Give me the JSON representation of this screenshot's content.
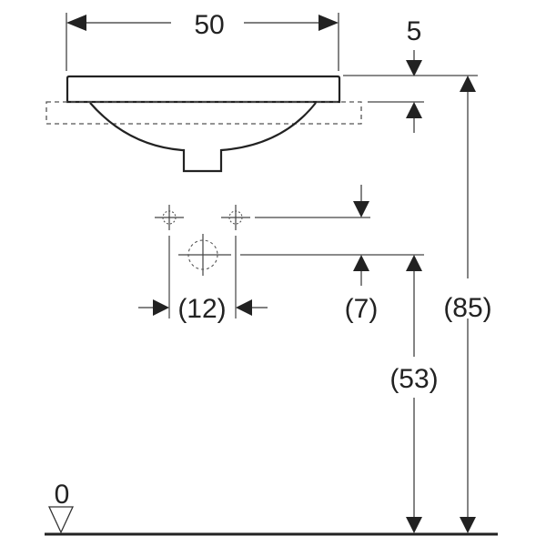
{
  "drawing": {
    "type": "washbasin installation dimension drawing",
    "dimensions": {
      "width": "50",
      "rim_thickness": "5",
      "tap_hole_spacing": "(12)",
      "tap_to_drain_offset": "(7)",
      "drain_height": "(53)",
      "total_height": "(85)",
      "floor_level": "0"
    },
    "colors": {
      "line": "#222222",
      "background": "#ffffff"
    }
  }
}
